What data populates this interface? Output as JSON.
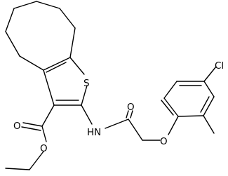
{
  "molecule": {
    "atoms": {
      "sulfur": "S",
      "amide_nitrogen": "HN",
      "amide_oxygen": "O",
      "ester_carbonyl_oxygen": "O",
      "ester_ether_oxygen": "O",
      "ether_oxygen": "O",
      "chlorine": "Cl"
    },
    "colors": {
      "bond": "#000000",
      "label": "#000000",
      "background": "#ffffff"
    }
  }
}
